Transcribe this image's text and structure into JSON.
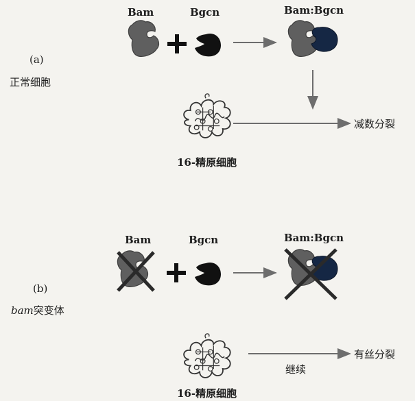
{
  "panel_a": {
    "letter": "(a)",
    "label": "正常细胞",
    "bam": "Bam",
    "bgcn": "Bgcn",
    "complex": "Bam:Bgcn",
    "spermatocyte": "16-精原细胞",
    "outcome": "减数分裂"
  },
  "panel_b": {
    "letter": "(b)",
    "label_italic": "bam",
    "label_rest": "突变体",
    "bam": "Bam",
    "bgcn": "Bgcn",
    "complex": "Bam:Bgcn",
    "spermatocyte": "16-精原细胞",
    "continue": "继续",
    "outcome": "有丝分裂"
  },
  "plus": "+",
  "colors": {
    "bam": "#5f5f5f",
    "bgcn": "#101010",
    "bgcn_bound": "#152744",
    "arrow": "#6d6d6d",
    "cross": "#2a2a2a"
  }
}
